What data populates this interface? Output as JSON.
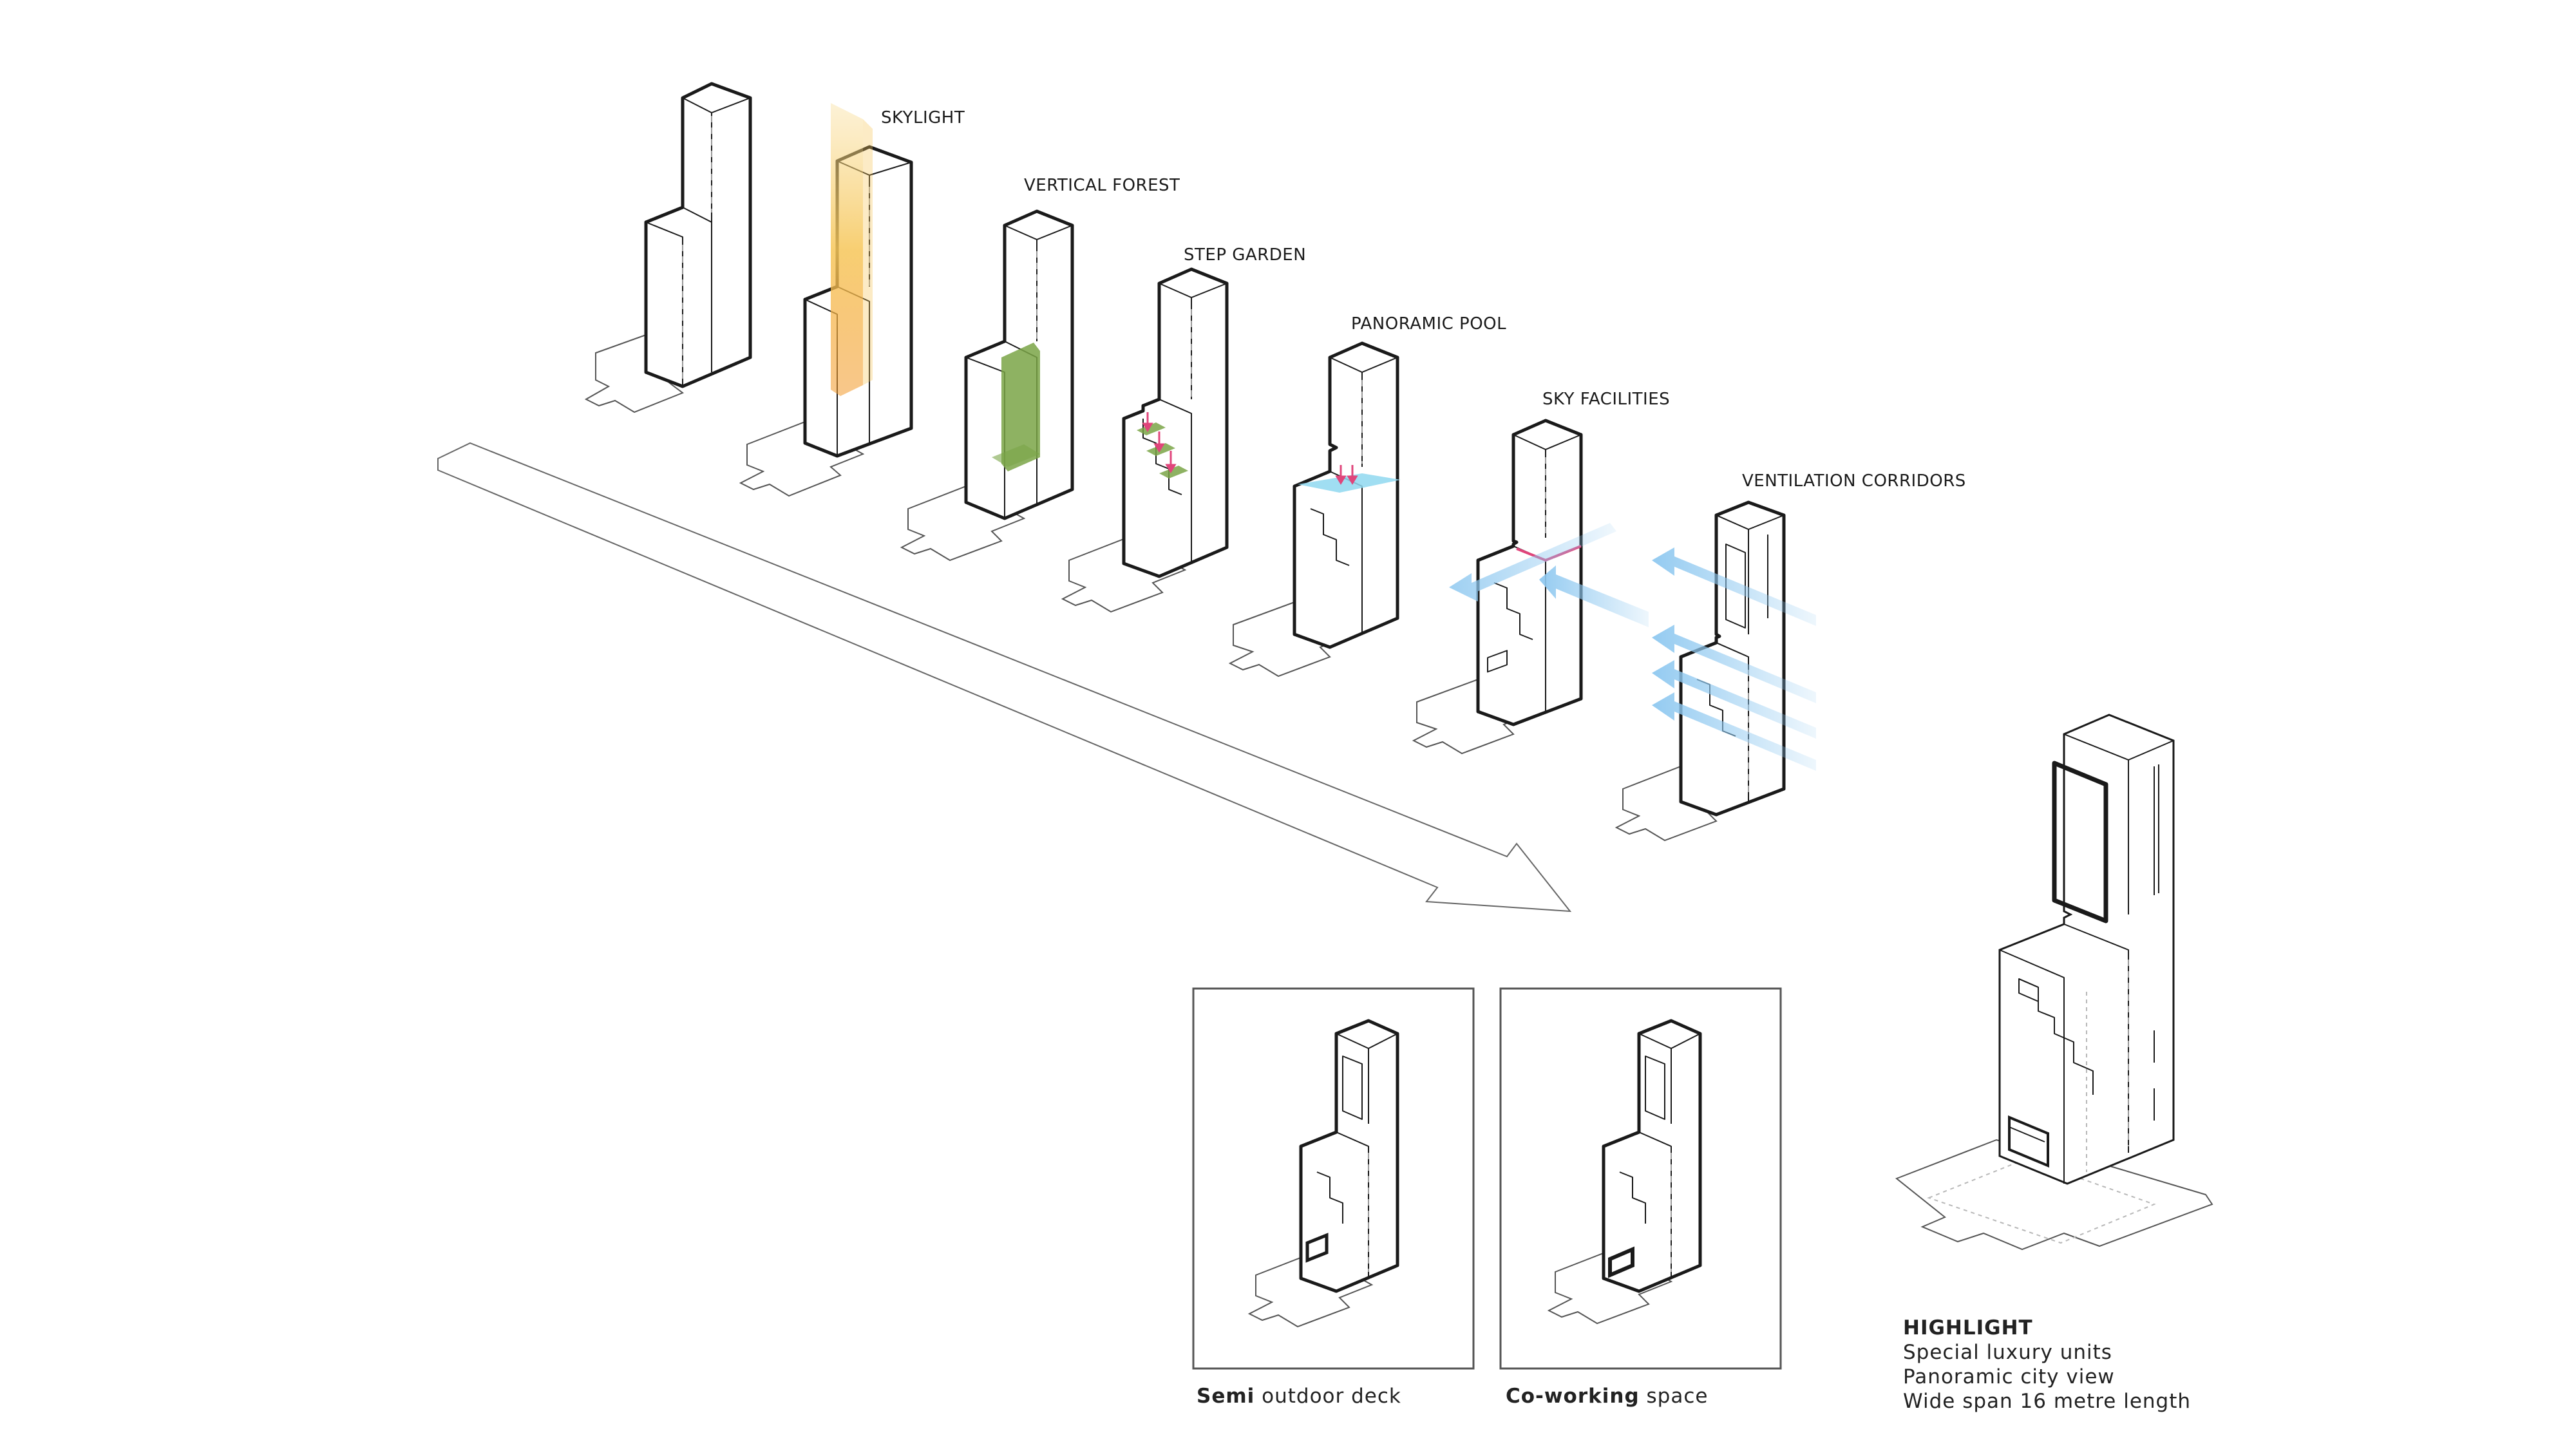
{
  "stages": [
    {
      "id": "base",
      "label": ""
    },
    {
      "id": "skylight",
      "label": "SKYLIGHT"
    },
    {
      "id": "vertical-forest",
      "label": "VERTICAL FOREST"
    },
    {
      "id": "step-garden",
      "label": "STEP GARDEN"
    },
    {
      "id": "panoramic-pool",
      "label": "PANORAMIC POOL"
    },
    {
      "id": "sky-facilities",
      "label": "SKY FACILITIES"
    },
    {
      "id": "ventilation-corridors",
      "label": "VENTILATION CORRIDORS"
    }
  ],
  "panels": [
    {
      "bold": "Semi",
      "rest": " outdoor deck"
    },
    {
      "bold": "Co-working",
      "rest": " space"
    }
  ],
  "highlight": {
    "title": "HIGHLIGHT",
    "lines": [
      "Special luxury units",
      "Panoramic city view",
      "Wide span 16 metre length"
    ]
  },
  "colors": {
    "skylight": "#f6c659",
    "forest": "#7aa547",
    "garden_arrow": "#e0457b",
    "wind": "#8ec8f0",
    "pool": "#8fd8f0"
  }
}
